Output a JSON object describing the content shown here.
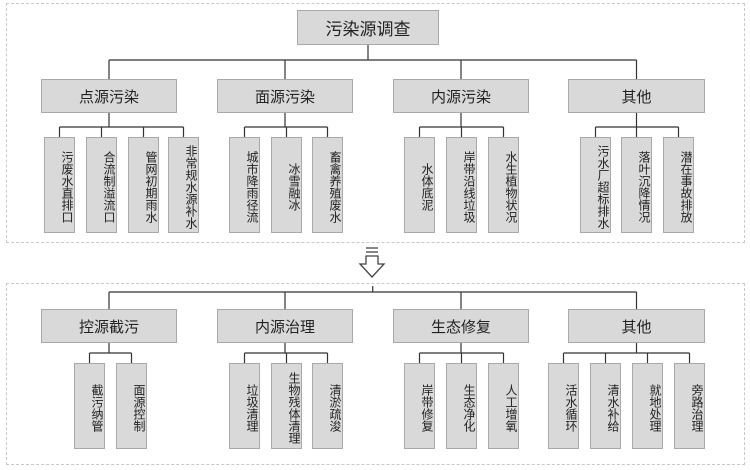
{
  "top": {
    "root": "污染源调查",
    "categories": [
      {
        "label": "点源污染",
        "items": [
          "污废水直排口",
          "合流制溢流口",
          "管网初期雨水",
          "非常规水源补水"
        ]
      },
      {
        "label": "面源污染",
        "items": [
          "城市降雨径流",
          "冰雪融冰",
          "畜禽养殖废水"
        ]
      },
      {
        "label": "内源污染",
        "items": [
          "水体底泥",
          "岸带沿线垃圾",
          "水生植物状况"
        ]
      },
      {
        "label": "其他",
        "items": [
          "污水厂超标排水",
          "落叶沉降情况",
          "潜在事故排放"
        ]
      }
    ]
  },
  "bottom": {
    "categories": [
      {
        "label": "控源截污",
        "items": [
          "截污纳管",
          "面源控制"
        ]
      },
      {
        "label": "内源治理",
        "items": [
          "垃圾清理",
          "生物残体清理",
          "清淤疏浚"
        ]
      },
      {
        "label": "生态修复",
        "items": [
          "岸带修复",
          "生态净化",
          "人工增氧"
        ]
      },
      {
        "label": "其他",
        "items": [
          "活水循环",
          "清水补给",
          "就地处理",
          "旁路治理"
        ]
      }
    ]
  }
}
